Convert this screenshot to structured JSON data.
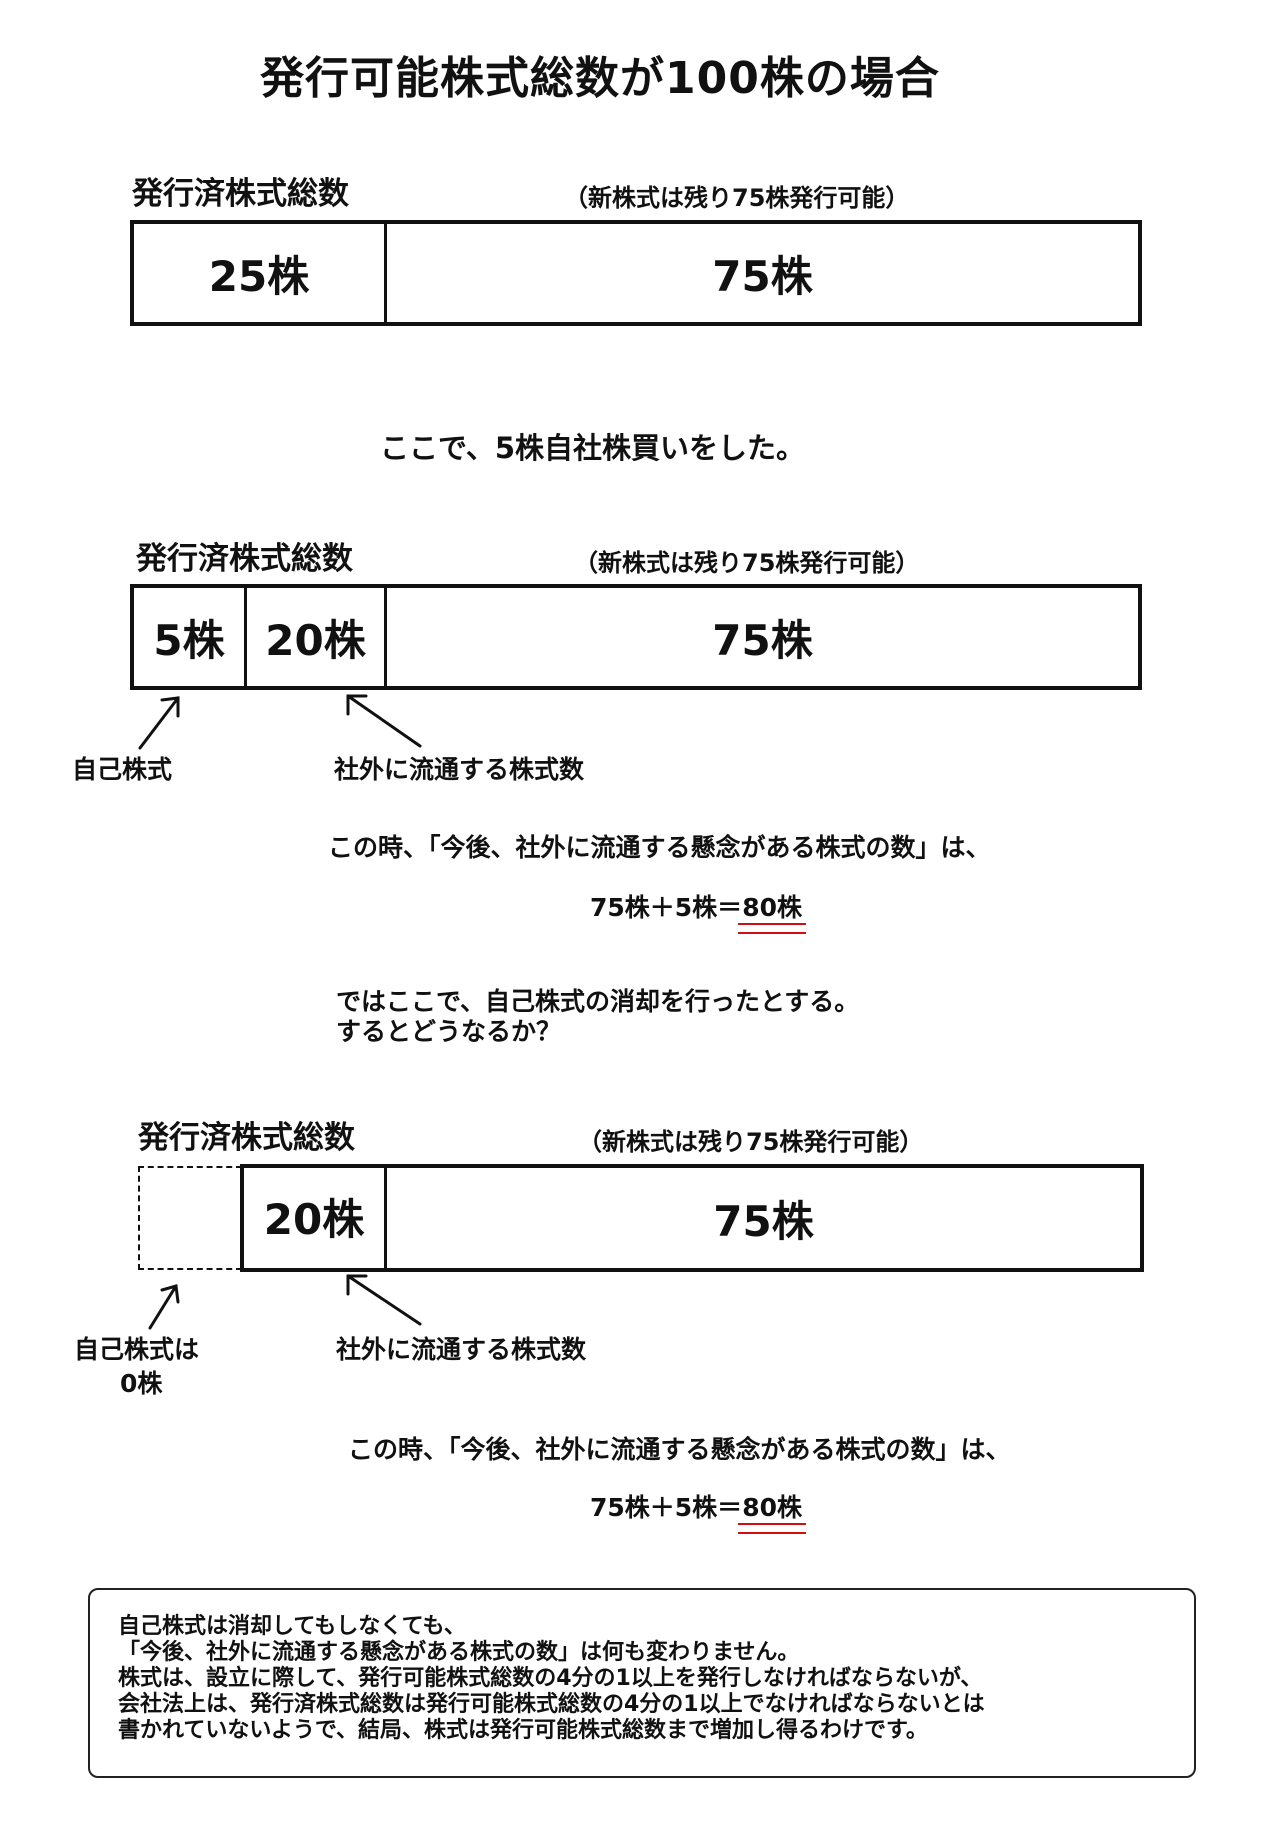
{
  "title": "発行可能株式総数が100株の場合",
  "section1": {
    "heading": "発行済株式総数",
    "note": "（新株式は残り75株発行可能）",
    "segments": [
      "25株",
      "75株"
    ]
  },
  "middle_text": "ここで、5株自社株買いをした。",
  "section2": {
    "heading": "発行済株式総数",
    "note": "（新株式は残り75株発行可能）",
    "segments": [
      "5株",
      "20株",
      "75株"
    ],
    "label_treasury": "自己株式",
    "label_outstanding": "社外に流通する株式数",
    "statement": "この時、「今後、社外に流通する懸念がある株式の数」は、",
    "equation": "75株＋5株＝",
    "result": "80株"
  },
  "question": {
    "line1": "ではここで、自己株式の消却を行ったとする。",
    "line2": "するとどうなるか？"
  },
  "section3": {
    "heading": "発行済株式総数",
    "note": "（新株式は残り75株発行可能）",
    "segments": [
      "20株",
      "75株"
    ],
    "label_treasury_1": "自己株式は",
    "label_treasury_2": "0株",
    "label_outstanding": "社外に流通する株式数",
    "statement": "この時、「今後、社外に流通する懸念がある株式の数」は、",
    "equation": "75株＋5株＝",
    "result": "80株"
  },
  "summary": {
    "lines": [
      "自己株式は消却してもしなくても、",
      "「今後、社外に流通する懸念がある株式の数」は何も変わりません。",
      "株式は、設立に際して、発行可能株式総数の4分の1以上を発行しなければならないが、",
      "会社法上は、発行済株式総数は発行可能株式総数の4分の1以上でなければならないとは",
      "書かれていないようで、結局、株式は発行可能株式総数まで増加し得るわけです。"
    ]
  },
  "colors": {
    "underline": "#d01010",
    "ink": "#111111"
  }
}
